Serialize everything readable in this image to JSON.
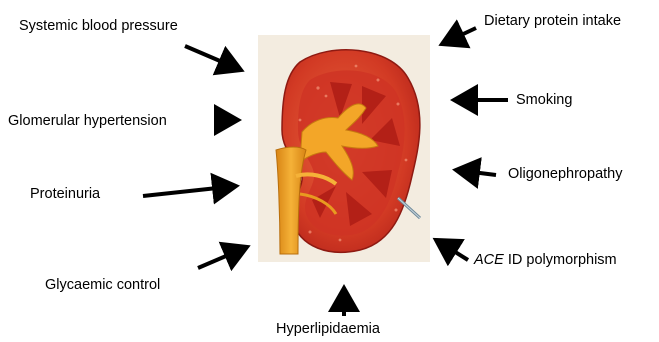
{
  "labels": {
    "systemic_bp": "Systemic blood pressure",
    "glomerular_ht": "Glomerular hypertension",
    "proteinuria": "Proteinuria",
    "glycaemic": "Glycaemic control",
    "hyperlipid": "Hyperlipidaemia",
    "dietary": "Dietary protein intake",
    "smoking": "Smoking",
    "oligo": "Oligonephropathy",
    "ace_italic": "ACE",
    "ace_rest": " ID polymorphism"
  },
  "colors": {
    "cortex": "#c8281e",
    "cortex_light": "#e05a3c",
    "medulla": "#b82418",
    "pelvis": "#f0a020",
    "ureter": "#e8961a",
    "background_panel": "#f3ece0",
    "arrow": "#000000"
  },
  "center_image": {
    "icon": "kidney-cross-section-illustration"
  }
}
